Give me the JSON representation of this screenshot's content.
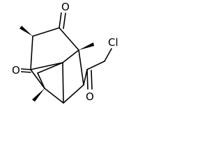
{
  "molecule": {
    "atoms": {
      "ketone_oxygen_top": "O",
      "ketone_oxygen_left": "O",
      "acyl_oxygen": "O",
      "chlorine": "Cl"
    },
    "colors": {
      "bond": "#000000",
      "background": "#ffffff"
    }
  }
}
